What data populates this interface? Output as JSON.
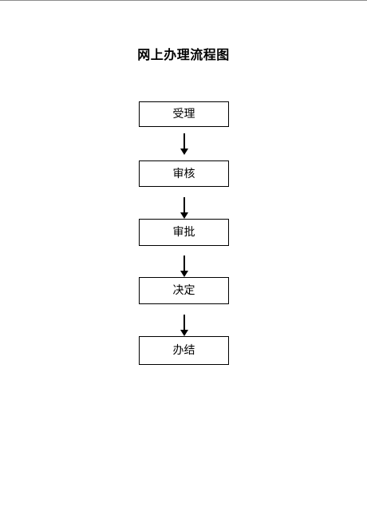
{
  "diagram": {
    "title": "网上办理流程图",
    "steps": [
      {
        "label": "受理"
      },
      {
        "label": "审核"
      },
      {
        "label": "审批"
      },
      {
        "label": "决定"
      },
      {
        "label": "办结"
      }
    ]
  }
}
